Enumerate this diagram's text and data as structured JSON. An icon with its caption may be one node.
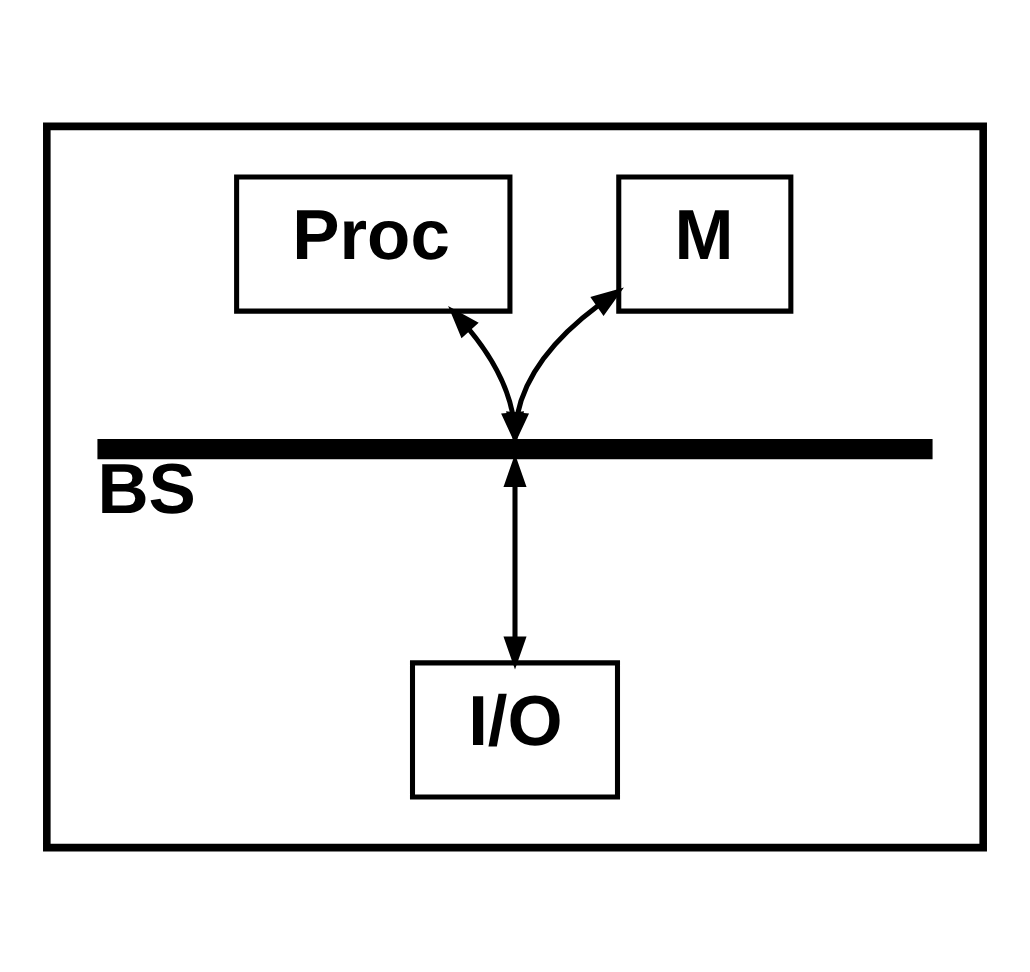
{
  "diagram": {
    "nodes": [
      {
        "text": [],
        "shape": "box"
      },
      {
        "text": [
          "Proc"
        ],
        "in": 0
      },
      {
        "text": [
          "M"
        ],
        "in": 0
      },
      {
        "text": [],
        "shape": "bar",
        "beside": [
          "BS"
        ],
        "in": 0
      },
      {
        "text": [
          "I/O"
        ],
        "in": 0
      }
    ],
    "edges": [
      {
        "from": 1,
        "to": 3,
        "arrow": "both"
      },
      {
        "from": 2,
        "to": 3,
        "arrow": "both"
      },
      {
        "from": 3,
        "to": 4,
        "arrow": "both"
      }
    ]
  }
}
